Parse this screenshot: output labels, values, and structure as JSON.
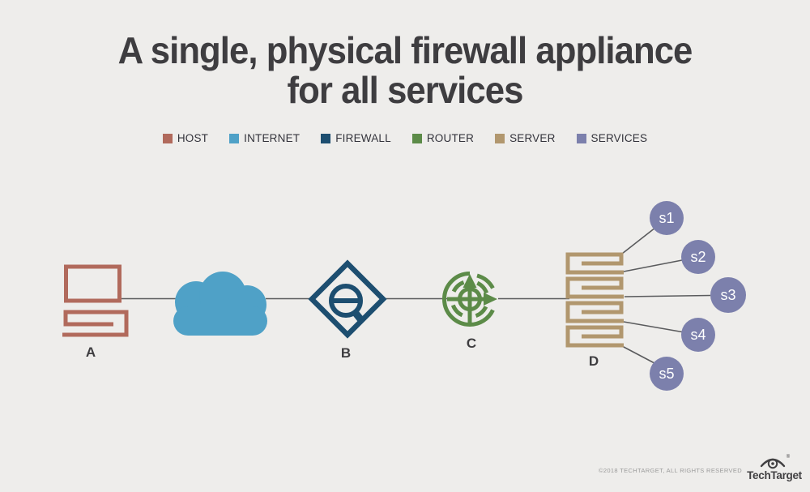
{
  "title": {
    "line1": "A single, physical firewall appliance",
    "line2": "for all services"
  },
  "legend": {
    "items": [
      {
        "label": "HOST",
        "key": "host"
      },
      {
        "label": "INTERNET",
        "key": "internet"
      },
      {
        "label": "FIREWALL",
        "key": "firewall"
      },
      {
        "label": "ROUTER",
        "key": "router"
      },
      {
        "label": "SERVER",
        "key": "server"
      },
      {
        "label": "SERVICES",
        "key": "services"
      }
    ]
  },
  "diagram": {
    "nodes": [
      {
        "label": "A",
        "type": "host"
      },
      {
        "label": "",
        "type": "internet-cloud"
      },
      {
        "label": "B",
        "type": "firewall"
      },
      {
        "label": "C",
        "type": "router"
      },
      {
        "label": "D",
        "type": "server"
      }
    ],
    "services": [
      {
        "label": "s1"
      },
      {
        "label": "s2"
      },
      {
        "label": "s3"
      },
      {
        "label": "s4"
      },
      {
        "label": "s5"
      }
    ],
    "connections": [
      "host-internet",
      "internet-firewall",
      "firewall-router",
      "router-server",
      "server-s1",
      "server-s2",
      "server-s3",
      "server-s4",
      "server-s5"
    ]
  },
  "footer": {
    "copyright": "©2018 TECHTARGET, ALL RIGHTS RESERVED",
    "brand": "TechTarget",
    "registered_mark": "®"
  },
  "colors": {
    "background": "#eeedeb",
    "title_text": "#3e3d40",
    "legend_text": "#33333b",
    "host": "#b16a5c",
    "internet": "#4fa1c7",
    "firewall": "#1d4e70",
    "router": "#5c8b48",
    "server": "#b1976e",
    "services": "#7c80ac",
    "line": "#5a5b5d",
    "footer_text": "#9b9b9b",
    "brand_text": "#414042"
  }
}
